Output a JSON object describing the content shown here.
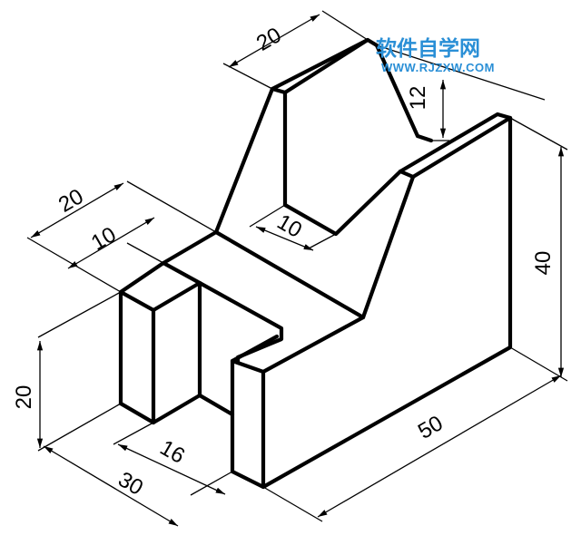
{
  "watermark": {
    "site_name": "软件自学网",
    "site_url": "WWW.RJZXW.COM"
  },
  "dimensions": {
    "top_width": "20",
    "slot_depth": "12",
    "slot_bottom": "10",
    "front_block_width": "20",
    "front_block_inner": "10",
    "total_height": "40",
    "left_height": "20",
    "notch_width": "16",
    "total_depth": "30",
    "total_length": "50"
  },
  "colors": {
    "line": "#000000",
    "watermark": "#2a8fd6"
  }
}
